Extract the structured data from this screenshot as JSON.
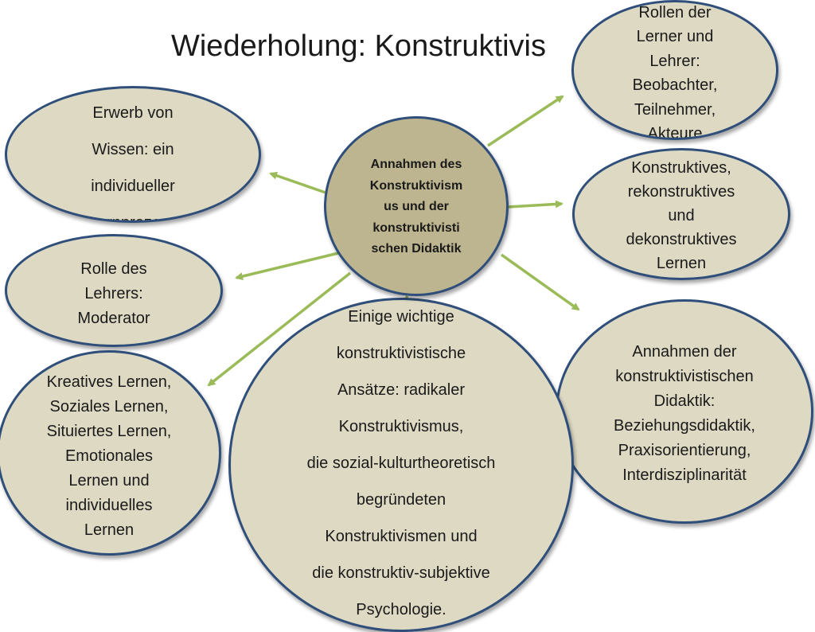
{
  "slide": {
    "title": "Wiederholung: Konstruktivis"
  },
  "colors": {
    "bubble_fill": "#ddd9c3",
    "center_fill": "#bdb58f",
    "border": "#2f4f7a",
    "arrow": "#9bbb59"
  },
  "center": {
    "lines": [
      "Annahmen des",
      "Konstruktivism",
      "us und der",
      "konstruktivisti",
      "schen Didaktik"
    ]
  },
  "nodes": {
    "erwerb": {
      "lines": [
        "Erwerb von",
        "Wissen: ein",
        "individueller",
        "Lernprozess"
      ]
    },
    "rolle_lehrer": {
      "lines": [
        "Rolle des",
        "Lehrers:",
        "Moderator"
      ]
    },
    "kreatives": {
      "lines": [
        "Kreatives Lernen,",
        "Soziales Lernen,",
        "Situiertes Lernen,",
        "Emotionales",
        "Lernen und",
        "individuelles",
        "Lernen"
      ]
    },
    "ansaetze": {
      "lines": [
        "Einige wichtige",
        "konstruktivistische",
        "Ansätze: radikaler",
        "Konstruktivismus,",
        "die sozial-kulturtheoretisch",
        "begründeten",
        "Konstruktivismen und",
        "die konstruktiv-subjektive",
        "Psychologie."
      ]
    },
    "rollen": {
      "lines": [
        "Rollen der",
        "Lerner und",
        "Lehrer:",
        "Beobachter,",
        "Teilnehmer,",
        "Akteure"
      ]
    },
    "konstruktives": {
      "lines": [
        "Konstruktives,",
        "rekonstruktives",
        "und",
        "dekonstruktives",
        "Lernen"
      ]
    },
    "annahmen_didaktik": {
      "lines": [
        "Annahmen der",
        "konstruktivistischen",
        "Didaktik:",
        "Beziehungsdidaktik,",
        "Praxisorientierung,",
        "Interdisziplinarität"
      ]
    }
  }
}
